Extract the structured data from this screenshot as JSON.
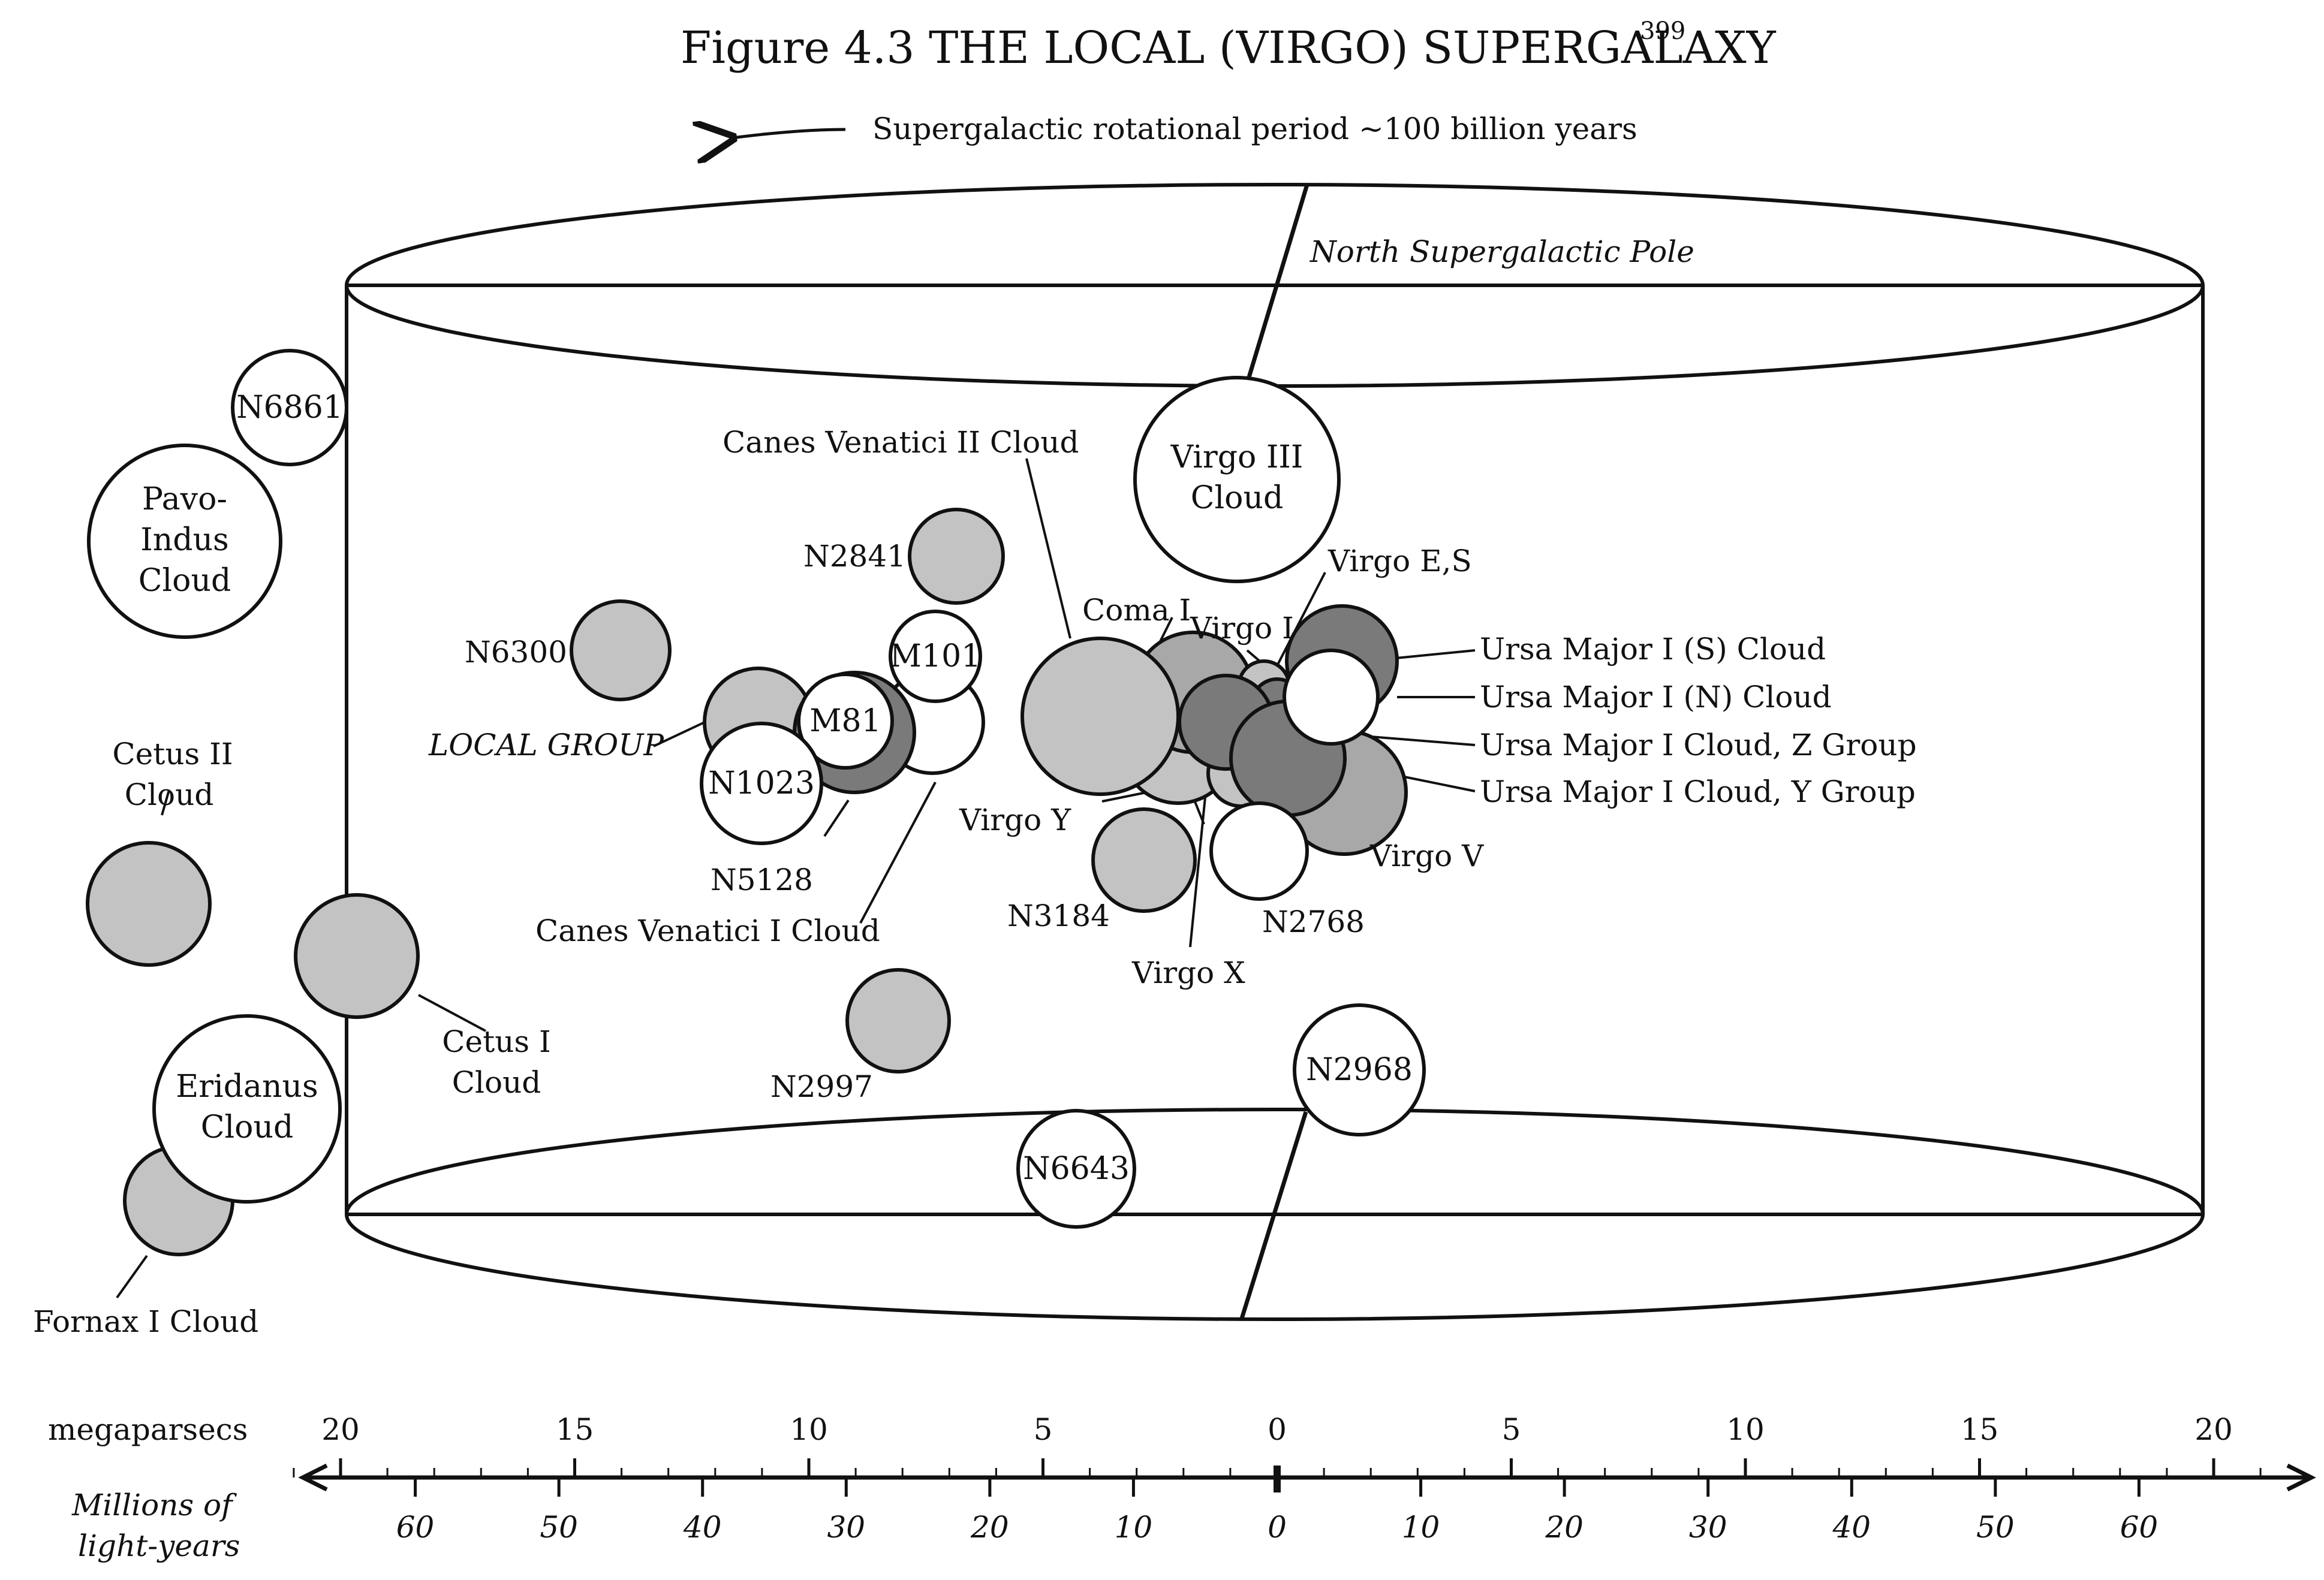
{
  "title": {
    "text": "Figure 4.3  THE LOCAL (VIRGO) SUPERGALAXY",
    "superscript": "399"
  },
  "rotation_caption": "Supergalactic rotational period ~100 billion years",
  "pole_label": "North Supergalactic Pole",
  "colors": {
    "light": "#c3c3c3",
    "mid": "#a8a8a8",
    "dark": "#7a7a7a",
    "white": "#ffffff",
    "line": "#111111"
  },
  "inner_labels": {
    "n6861": "N6861",
    "pavo": [
      "Pavo-",
      "Indus",
      "Cloud"
    ],
    "virgo3": [
      "Virgo III",
      "Cloud"
    ],
    "m101": "M101",
    "m81": "M81",
    "n1023": "N1023",
    "eridanus": [
      "Eridanus",
      "Cloud"
    ],
    "n2968": "N2968",
    "n6643": "N6643"
  },
  "outer_labels": {
    "canes2": "Canes Venatici II Cloud",
    "n2841": "N2841",
    "n6300": "N6300",
    "local_group": "LOCAL GROUP",
    "cetus2": [
      "Cetus II",
      "Cloud"
    ],
    "n5128": "N5128",
    "canes1": "Canes Venatici I Cloud",
    "cetus1": [
      "Cetus I",
      "Cloud"
    ],
    "n2997": "N2997",
    "fornax": "Fornax I Cloud",
    "coma1": "Coma I",
    "virgo1": "Virgo I",
    "virgoES": "Virgo E,S",
    "uma_s": "Ursa Major I (S) Cloud",
    "uma_n": "Ursa Major I (N) Cloud",
    "uma_z": "Ursa Major I Cloud, Z Group",
    "uma_y": "Ursa Major I Cloud, Y Group",
    "virgoY": "Virgo Y",
    "n3184": "N3184",
    "n2768": "N2768",
    "virgoV": "Virgo V",
    "virgoX": "Virgo X"
  },
  "axis": {
    "megaparsecs_label": "megaparsecs",
    "mly_label": [
      "Millions of",
      "light-years"
    ],
    "mpc_ticks": [
      "20",
      "15",
      "10",
      "5",
      "0",
      "5",
      "10",
      "15",
      "20"
    ],
    "mly_ticks": [
      "60",
      "50",
      "40",
      "30",
      "20",
      "10",
      "0",
      "10",
      "20",
      "30",
      "40",
      "50",
      "60"
    ]
  }
}
